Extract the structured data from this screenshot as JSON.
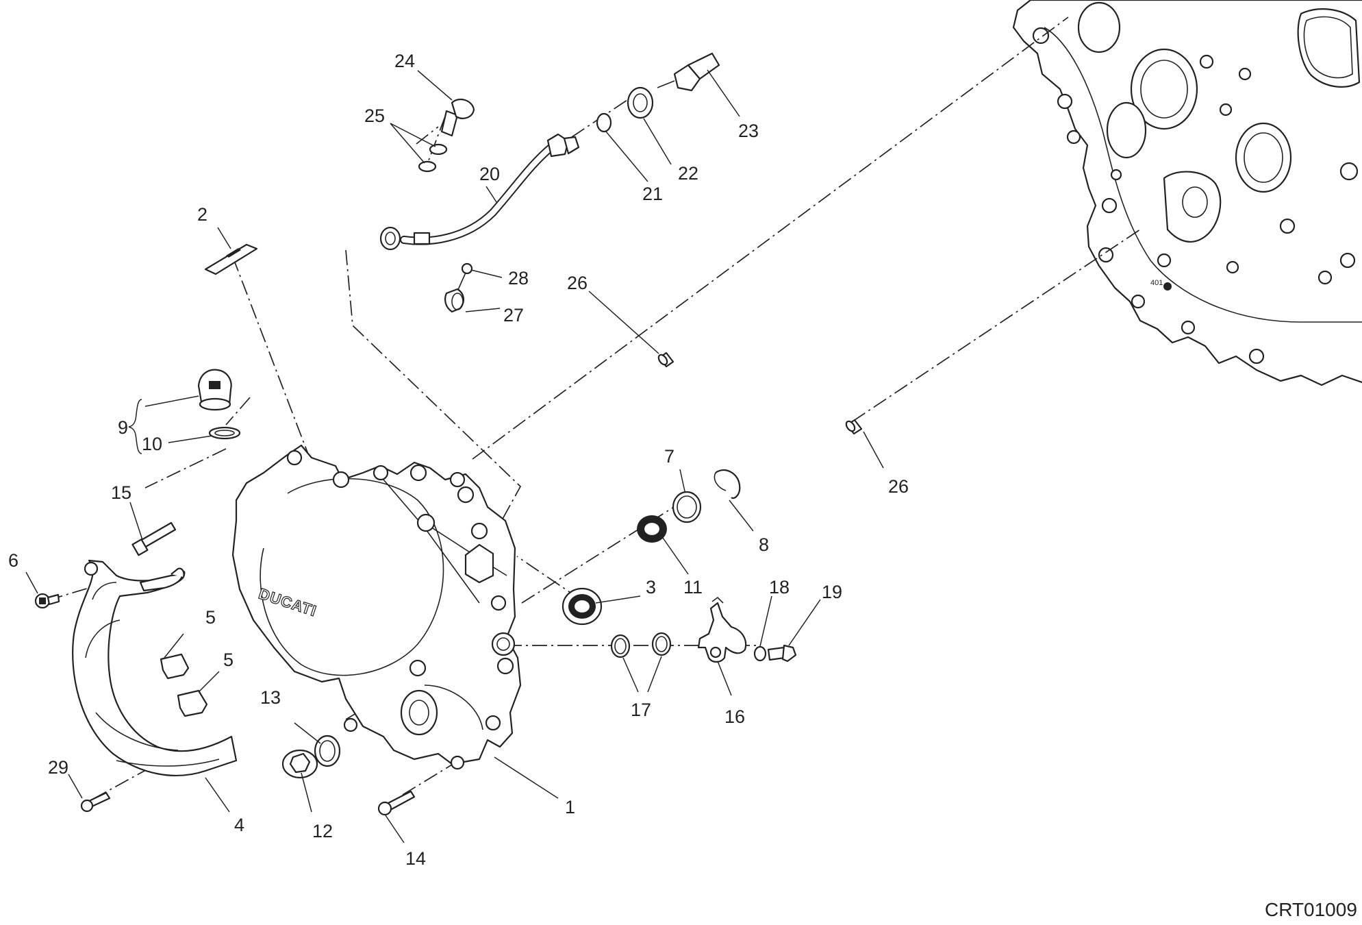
{
  "diagram": {
    "drawing_code": "CRT01009",
    "brand_text": "DUCATI",
    "crankcase_mark": "401",
    "callouts": [
      {
        "id": "c1",
        "label": "1"
      },
      {
        "id": "c2",
        "label": "2"
      },
      {
        "id": "c3",
        "label": "3"
      },
      {
        "id": "c4",
        "label": "4"
      },
      {
        "id": "c5a",
        "label": "5"
      },
      {
        "id": "c5b",
        "label": "5"
      },
      {
        "id": "c6",
        "label": "6"
      },
      {
        "id": "c7",
        "label": "7"
      },
      {
        "id": "c8",
        "label": "8"
      },
      {
        "id": "c9",
        "label": "9"
      },
      {
        "id": "c10",
        "label": "10"
      },
      {
        "id": "c11",
        "label": "11"
      },
      {
        "id": "c12",
        "label": "12"
      },
      {
        "id": "c13",
        "label": "13"
      },
      {
        "id": "c14",
        "label": "14"
      },
      {
        "id": "c15",
        "label": "15"
      },
      {
        "id": "c16",
        "label": "16"
      },
      {
        "id": "c17",
        "label": "17"
      },
      {
        "id": "c18",
        "label": "18"
      },
      {
        "id": "c19",
        "label": "19"
      },
      {
        "id": "c20",
        "label": "20"
      },
      {
        "id": "c21",
        "label": "21"
      },
      {
        "id": "c22",
        "label": "22"
      },
      {
        "id": "c23",
        "label": "23"
      },
      {
        "id": "c24",
        "label": "24"
      },
      {
        "id": "c25",
        "label": "25"
      },
      {
        "id": "c26a",
        "label": "26"
      },
      {
        "id": "c26b",
        "label": "26"
      },
      {
        "id": "c27",
        "label": "27"
      },
      {
        "id": "c28",
        "label": "28"
      },
      {
        "id": "c29",
        "label": "29"
      }
    ]
  }
}
